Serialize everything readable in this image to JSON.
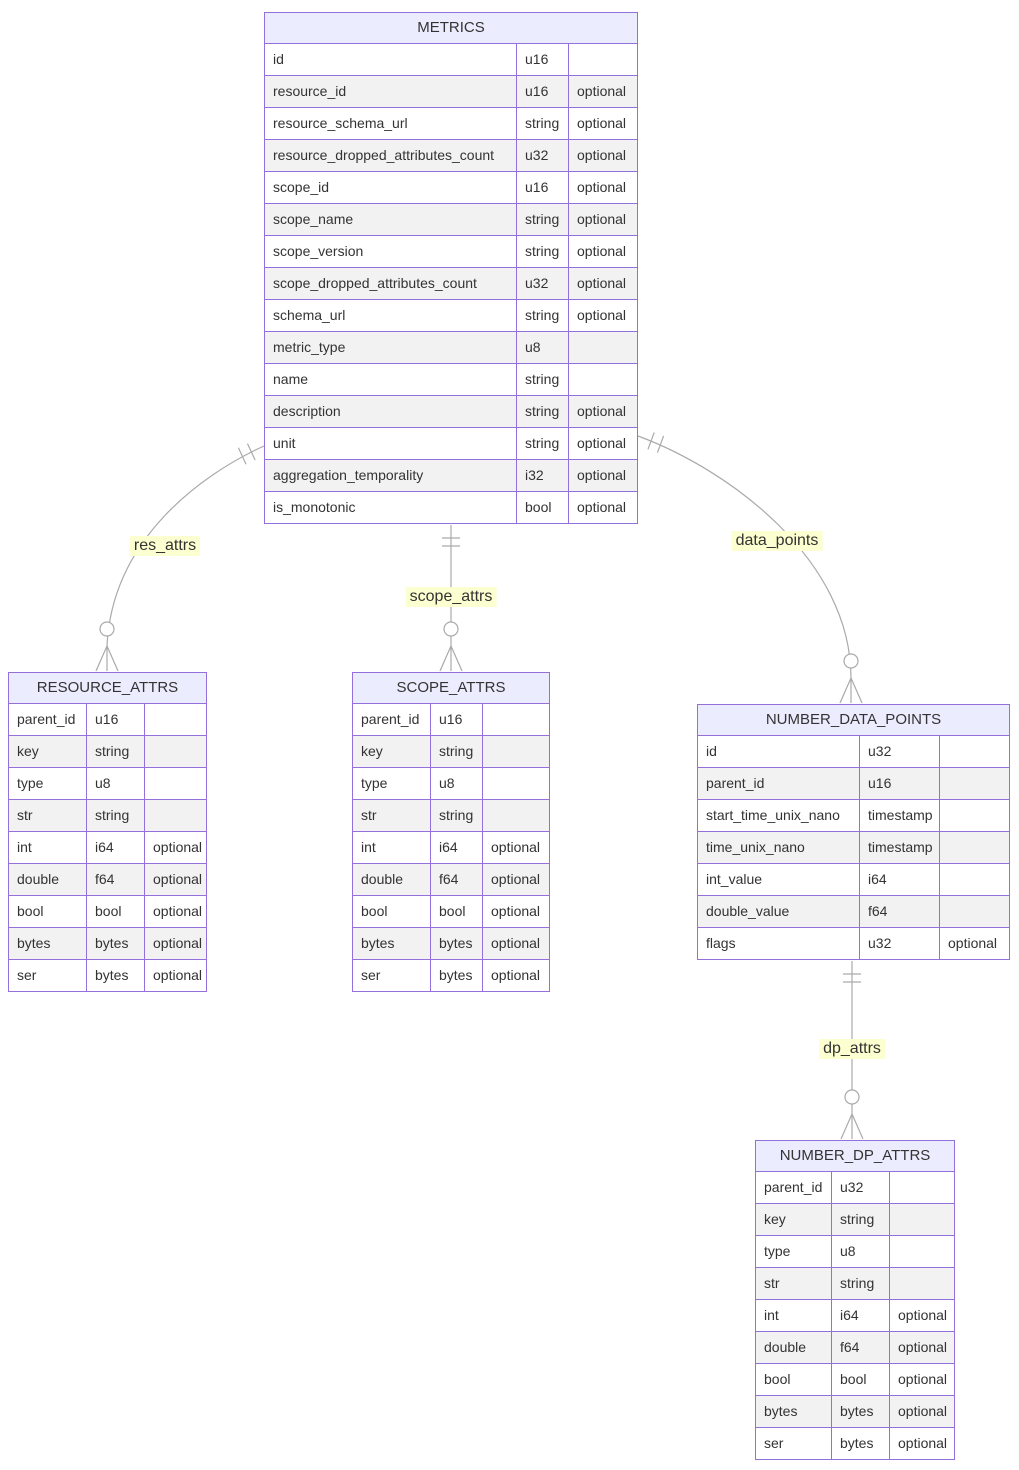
{
  "diagram": {
    "entities": [
      {
        "name": "METRICS",
        "rows": [
          {
            "name": "id",
            "type": "u16",
            "key": ""
          },
          {
            "name": "resource_id",
            "type": "u16",
            "key": "optional"
          },
          {
            "name": "resource_schema_url",
            "type": "string",
            "key": "optional"
          },
          {
            "name": "resource_dropped_attributes_count",
            "type": "u32",
            "key": "optional"
          },
          {
            "name": "scope_id",
            "type": "u16",
            "key": "optional"
          },
          {
            "name": "scope_name",
            "type": "string",
            "key": "optional"
          },
          {
            "name": "scope_version",
            "type": "string",
            "key": "optional"
          },
          {
            "name": "scope_dropped_attributes_count",
            "type": "u32",
            "key": "optional"
          },
          {
            "name": "schema_url",
            "type": "string",
            "key": "optional"
          },
          {
            "name": "metric_type",
            "type": "u8",
            "key": ""
          },
          {
            "name": "name",
            "type": "string",
            "key": ""
          },
          {
            "name": "description",
            "type": "string",
            "key": "optional"
          },
          {
            "name": "unit",
            "type": "string",
            "key": "optional"
          },
          {
            "name": "aggregation_temporality",
            "type": "i32",
            "key": "optional"
          },
          {
            "name": "is_monotonic",
            "type": "bool",
            "key": "optional"
          }
        ]
      },
      {
        "name": "RESOURCE_ATTRS",
        "rows": [
          {
            "name": "parent_id",
            "type": "u16",
            "key": ""
          },
          {
            "name": "key",
            "type": "string",
            "key": ""
          },
          {
            "name": "type",
            "type": "u8",
            "key": ""
          },
          {
            "name": "str",
            "type": "string",
            "key": ""
          },
          {
            "name": "int",
            "type": "i64",
            "key": "optional"
          },
          {
            "name": "double",
            "type": "f64",
            "key": "optional"
          },
          {
            "name": "bool",
            "type": "bool",
            "key": "optional"
          },
          {
            "name": "bytes",
            "type": "bytes",
            "key": "optional"
          },
          {
            "name": "ser",
            "type": "bytes",
            "key": "optional"
          }
        ]
      },
      {
        "name": "SCOPE_ATTRS",
        "rows": [
          {
            "name": "parent_id",
            "type": "u16",
            "key": ""
          },
          {
            "name": "key",
            "type": "string",
            "key": ""
          },
          {
            "name": "type",
            "type": "u8",
            "key": ""
          },
          {
            "name": "str",
            "type": "string",
            "key": ""
          },
          {
            "name": "int",
            "type": "i64",
            "key": "optional"
          },
          {
            "name": "double",
            "type": "f64",
            "key": "optional"
          },
          {
            "name": "bool",
            "type": "bool",
            "key": "optional"
          },
          {
            "name": "bytes",
            "type": "bytes",
            "key": "optional"
          },
          {
            "name": "ser",
            "type": "bytes",
            "key": "optional"
          }
        ]
      },
      {
        "name": "NUMBER_DATA_POINTS",
        "rows": [
          {
            "name": "id",
            "type": "u32",
            "key": ""
          },
          {
            "name": "parent_id",
            "type": "u16",
            "key": ""
          },
          {
            "name": "start_time_unix_nano",
            "type": "timestamp",
            "key": ""
          },
          {
            "name": "time_unix_nano",
            "type": "timestamp",
            "key": ""
          },
          {
            "name": "int_value",
            "type": "i64",
            "key": ""
          },
          {
            "name": "double_value",
            "type": "f64",
            "key": ""
          },
          {
            "name": "flags",
            "type": "u32",
            "key": "optional"
          }
        ]
      },
      {
        "name": "NUMBER_DP_ATTRS",
        "rows": [
          {
            "name": "parent_id",
            "type": "u32",
            "key": ""
          },
          {
            "name": "key",
            "type": "string",
            "key": ""
          },
          {
            "name": "type",
            "type": "u8",
            "key": ""
          },
          {
            "name": "str",
            "type": "string",
            "key": ""
          },
          {
            "name": "int",
            "type": "i64",
            "key": "optional"
          },
          {
            "name": "double",
            "type": "f64",
            "key": "optional"
          },
          {
            "name": "bool",
            "type": "bool",
            "key": "optional"
          },
          {
            "name": "bytes",
            "type": "bytes",
            "key": "optional"
          },
          {
            "name": "ser",
            "type": "bytes",
            "key": "optional"
          }
        ]
      }
    ],
    "relationships": [
      {
        "label": "res_attrs",
        "from": "METRICS",
        "to": "RESOURCE_ATTRS",
        "from_cardinality": "exactly-one",
        "to_cardinality": "zero-or-many"
      },
      {
        "label": "scope_attrs",
        "from": "METRICS",
        "to": "SCOPE_ATTRS",
        "from_cardinality": "exactly-one",
        "to_cardinality": "zero-or-many"
      },
      {
        "label": "data_points",
        "from": "METRICS",
        "to": "NUMBER_DATA_POINTS",
        "from_cardinality": "exactly-one",
        "to_cardinality": "zero-or-many"
      },
      {
        "label": "dp_attrs",
        "from": "NUMBER_DATA_POINTS",
        "to": "NUMBER_DP_ATTRS",
        "from_cardinality": "exactly-one",
        "to_cardinality": "zero-or-many"
      }
    ],
    "colors": {
      "entity_border": "#9370db",
      "entity_header_bg": "#ececff",
      "row_bg": "#ffffff",
      "row_alt_bg": "#f2f2f2",
      "edge": "#aaaaaa",
      "label_bg": "#fcffcf",
      "text": "#333333"
    }
  }
}
